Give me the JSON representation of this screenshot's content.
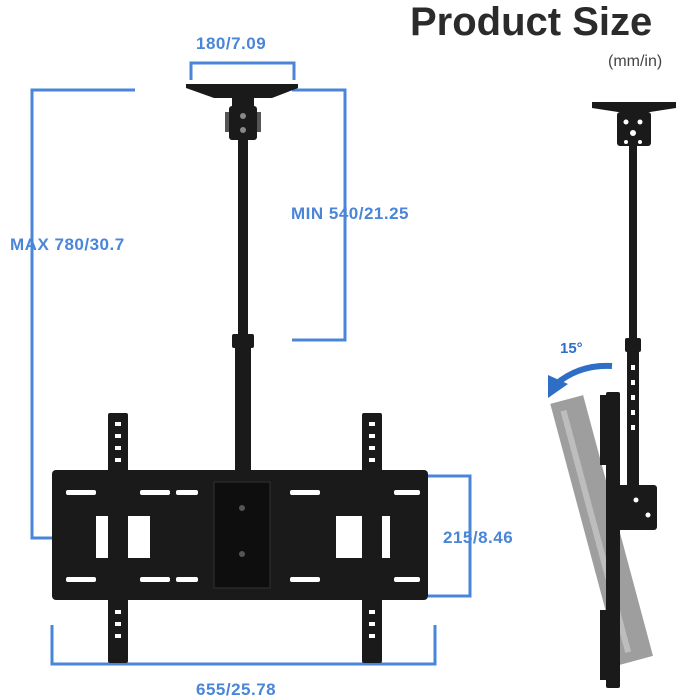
{
  "header": {
    "title": "Product Size",
    "units": "(mm/in)"
  },
  "dimensions": {
    "plate_width": "180/7.09",
    "min_length": "MIN 540/21.25",
    "max_length": "MAX 780/30.7",
    "bracket_height": "215/8.46",
    "bracket_width": "655/25.78"
  },
  "tilt_angle": "15°",
  "colors": {
    "dimension_line": "#4a86d8",
    "mount_body": "#1a1a1a",
    "tilted_panel": "#9e9e9e"
  }
}
